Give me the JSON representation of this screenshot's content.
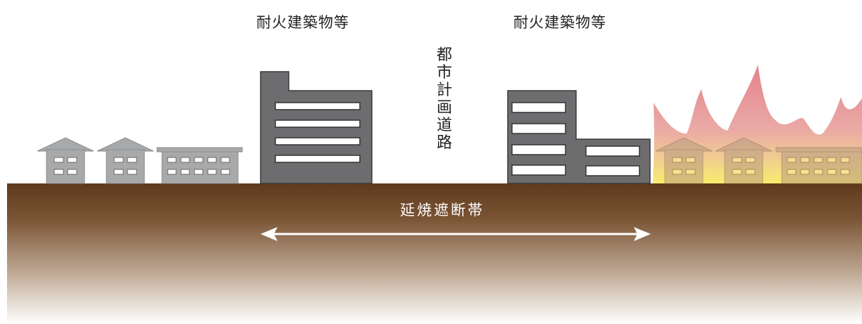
{
  "labels": {
    "building_left": "耐火建築物等",
    "building_right": "耐火建築物等",
    "road": "都市計画道路",
    "firebreak_belt": "延焼遮断帯"
  },
  "colors": {
    "ground_top": "#6b4524",
    "ground_bottom": "#ffffff",
    "fireproof_building": "#6d6d6f",
    "house": "#a8a9ab",
    "flame_top": "#e08590",
    "flame_bottom": "#f6e86a",
    "arrow": "#ffffff"
  }
}
